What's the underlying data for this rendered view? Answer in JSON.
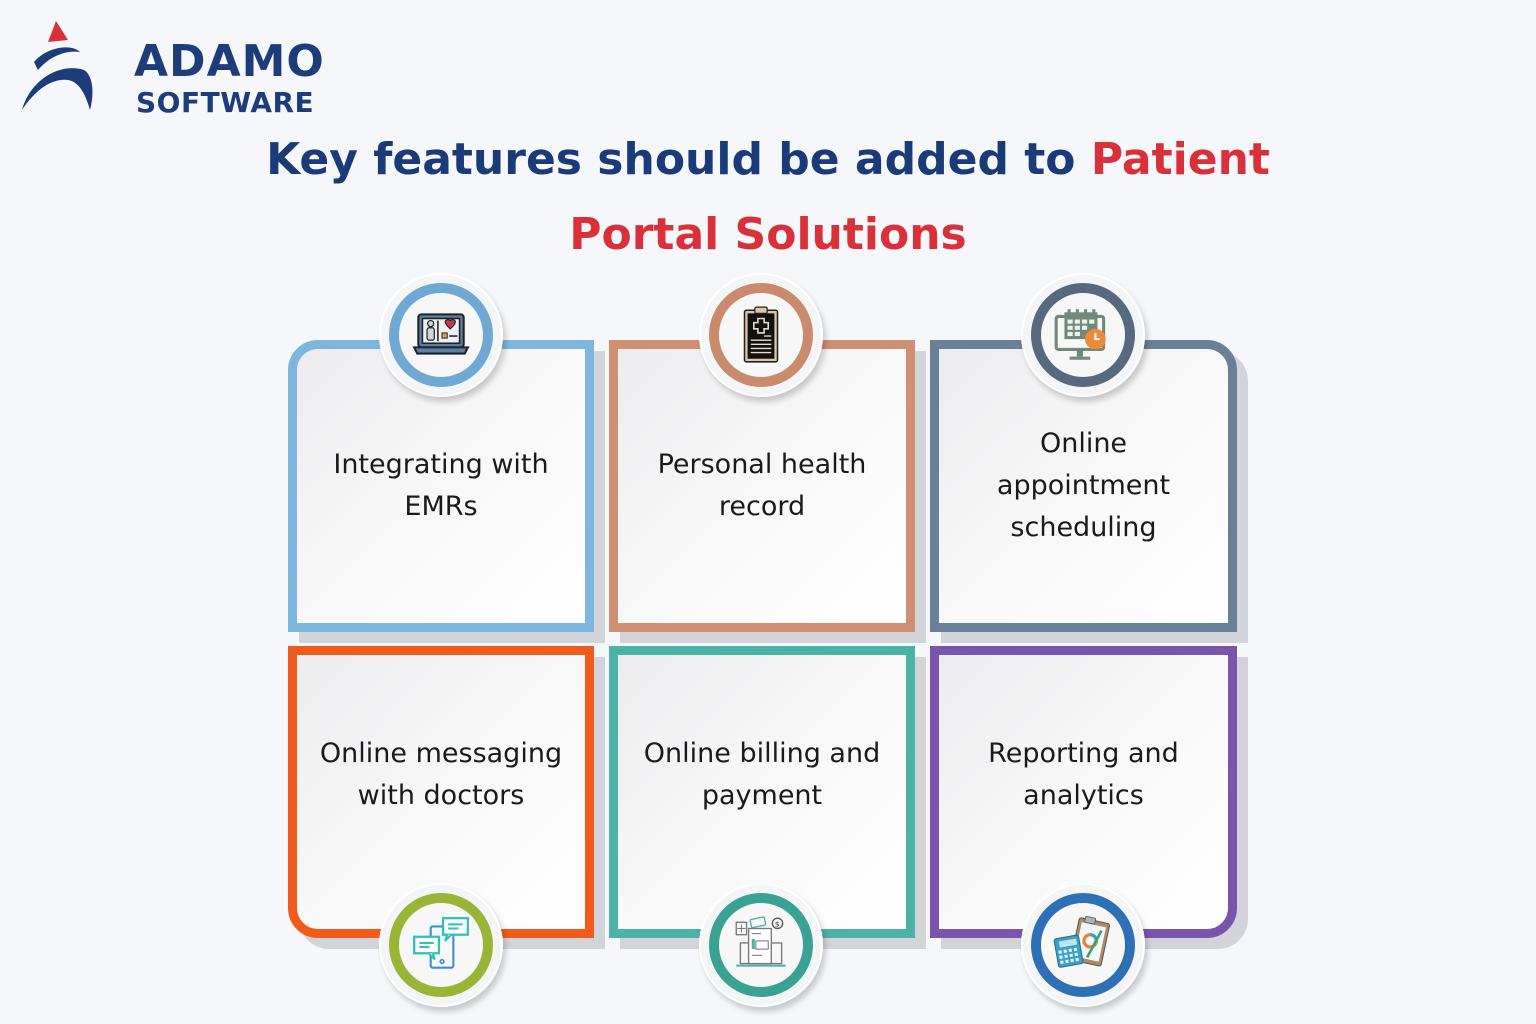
{
  "brand": {
    "name_line1": "ADAMO",
    "name_line2": "SOFTWARE",
    "primary_color": "#1f3c7a",
    "accent_color": "#d9303a"
  },
  "title": {
    "line1_navy": "Key features should be added to ",
    "line1_red": "Patient",
    "line2_red": "Portal Solutions",
    "navy_color": "#1b3a78",
    "red_color": "#d9303a"
  },
  "features": [
    {
      "label": "Integrating with EMRs",
      "icon": "laptop-patient-health-icon",
      "color": "#7db7df",
      "ring_color": "#6fa8d2"
    },
    {
      "label": "Personal health record",
      "icon": "clipboard-medical-record-icon",
      "color": "#cf8f74",
      "ring_color": "#c98a6e"
    },
    {
      "label": "Online appointment scheduling",
      "icon": "calendar-monitor-clock-icon",
      "color": "#6a8096",
      "ring_color": "#56697e"
    },
    {
      "label": "Online messaging with doctors",
      "icon": "chat-bubbles-phone-icon",
      "color": "#f05a1a",
      "ring_color": "#9ab536"
    },
    {
      "label": "Online billing and payment",
      "icon": "invoice-laptop-payment-icon",
      "color": "#4bb3a6",
      "ring_color": "#3aa293"
    },
    {
      "label": "Reporting and analytics",
      "icon": "calculator-clipboard-chart-icon",
      "color": "#7b55ab",
      "ring_color": "#2e70b5"
    }
  ]
}
